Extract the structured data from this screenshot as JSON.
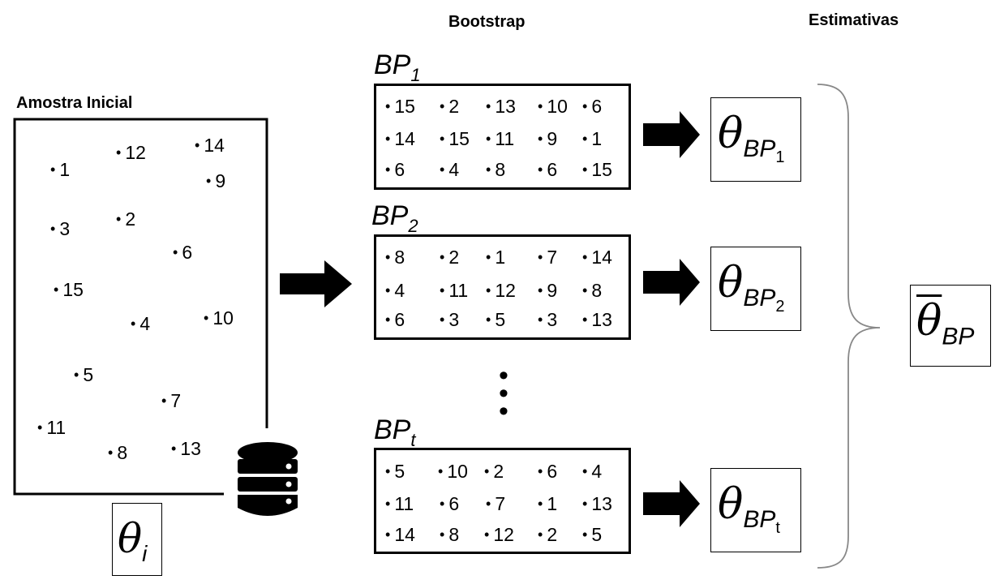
{
  "headers": {
    "bootstrap": "Bootstrap",
    "estimativas": "Estimativas",
    "amostra_inicial": "Amostra Inicial"
  },
  "initial_sample": {
    "points": [
      "1",
      "12",
      "14",
      "9",
      "3",
      "2",
      "6",
      "15",
      "4",
      "10",
      "5",
      "7",
      "11",
      "8",
      "13"
    ],
    "estimate": {
      "symbol": "θ",
      "subscript": "i"
    }
  },
  "bootstrap_samples": [
    {
      "label": "BP",
      "label_sub": "1",
      "rows": [
        [
          "15",
          "2",
          "13",
          "10",
          "6"
        ],
        [
          "14",
          "15",
          "11",
          "9",
          "1"
        ],
        [
          "6",
          "4",
          "8",
          "6",
          "15"
        ]
      ],
      "estimate": {
        "symbol": "θ",
        "subscript": "BP",
        "subsub": "1"
      }
    },
    {
      "label": "BP",
      "label_sub": "2",
      "rows": [
        [
          "8",
          "2",
          "1",
          "7",
          "14"
        ],
        [
          "4",
          "11",
          "12",
          "9",
          "8"
        ],
        [
          "6",
          "3",
          "5",
          "3",
          "13"
        ]
      ],
      "estimate": {
        "symbol": "θ",
        "subscript": "BP",
        "subsub": "2"
      }
    },
    {
      "label": "BP",
      "label_sub": "t",
      "rows": [
        [
          "5",
          "10",
          "2",
          "6",
          "4"
        ],
        [
          "11",
          "6",
          "7",
          "1",
          "13"
        ],
        [
          "14",
          "8",
          "12",
          "2",
          "5"
        ]
      ],
      "estimate": {
        "symbol": "θ",
        "subscript": "BP",
        "subsub": "t"
      }
    }
  ],
  "final_estimate": {
    "symbol": "θ",
    "subscript": "BP"
  },
  "icons": {
    "database": "database-icon",
    "arrow": "right-arrow-icon",
    "brace": "right-brace-icon"
  }
}
